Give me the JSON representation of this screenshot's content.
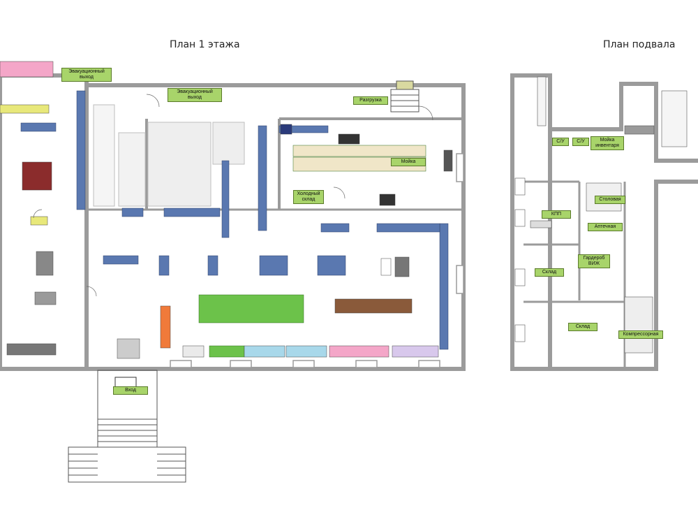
{
  "titles": {
    "floor1": "План 1 этажа",
    "basement": "План подвала"
  },
  "floor1": {
    "labels": {
      "evac_top": "Эвакуационный выход",
      "evac_mid": "Эвакуационный выход",
      "unload": "Разгрузка",
      "entrance": "Вход",
      "cold_room": "Холодный склад",
      "washing": "Мойка"
    }
  },
  "basement": {
    "labels": {
      "su1": "С/У",
      "su2": "С/У",
      "washing_inventory": "Мойка инвентаря",
      "kpp": "КПП",
      "dining": "Столовая",
      "first_aid": "Аптечная",
      "warehouse1": "Склад",
      "wardrobe": "Гардероб ВИЖ",
      "warehouse2": "Склад",
      "compressor": "Компрессорная"
    }
  },
  "colors": {
    "wall": "#9b9b9b",
    "green_label": "#a8d46a",
    "equipment_blue": "#5a78b0",
    "equipment_green": "#6cc24a",
    "pink": "#f4a6c8",
    "light_blue": "#a8d8ea"
  }
}
